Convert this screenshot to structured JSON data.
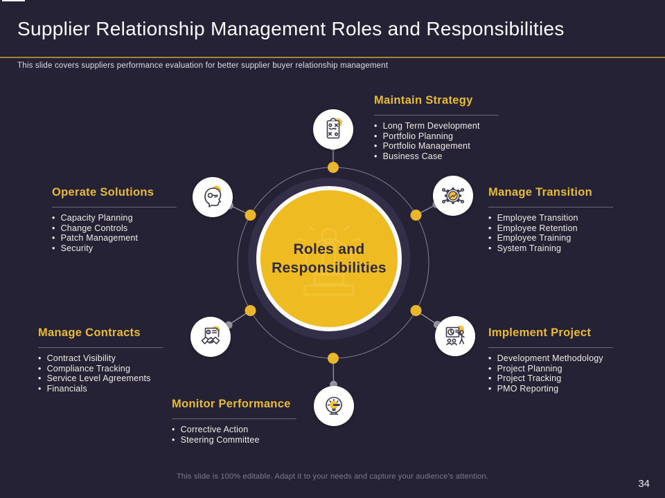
{
  "slide": {
    "title": "Supplier Relationship Management Roles and Responsibilities",
    "subtitle": "This slide covers suppliers performance evaluation for better supplier buyer relationship management",
    "footer": "This slide is 100% editable. Adapt it to your needs and capture your audience's attention.",
    "page_number": "34"
  },
  "center": {
    "label_line1": "Roles and",
    "label_line2": "Responsibilities"
  },
  "sections": [
    {
      "id": "maintain-strategy",
      "title": "Maintain Strategy",
      "icon": "strategy-clipboard-icon",
      "items": [
        "Long Term Development",
        "Portfolio Planning",
        "Portfolio Management",
        "Business Case"
      ]
    },
    {
      "id": "operate-solutions",
      "title": "Operate Solutions",
      "icon": "head-key-icon",
      "items": [
        "Capacity Planning",
        "Change Controls",
        "Patch Management",
        "Security"
      ]
    },
    {
      "id": "manage-transition",
      "title": "Manage Transition",
      "icon": "gear-network-icon",
      "items": [
        "Employee Transition",
        "Employee Retention",
        "Employee Training",
        "System Training"
      ]
    },
    {
      "id": "manage-contracts",
      "title": "Manage Contracts",
      "icon": "handshake-document-icon",
      "items": [
        "Contract Visibility",
        "Compliance Tracking",
        "Service Level Agreements",
        "Financials"
      ]
    },
    {
      "id": "implement-project",
      "title": "Implement Project",
      "icon": "presentation-chart-icon",
      "items": [
        "Development Methodology",
        "Project Planning",
        "Project Tracking",
        "PMO Reporting"
      ]
    },
    {
      "id": "monitor-performance",
      "title": "Monitor Performance",
      "icon": "gauge-icon",
      "items": [
        "Corrective Action",
        "Steering Committee"
      ]
    }
  ],
  "colors": {
    "background": "#262235",
    "accent_yellow": "#EFBB22",
    "heading_yellow": "#E9BC33",
    "divider_gold": "#A8862F",
    "text_light": "#EFEDE6",
    "ring_dark": "#332F49",
    "center_text": "#2E2A3B"
  }
}
